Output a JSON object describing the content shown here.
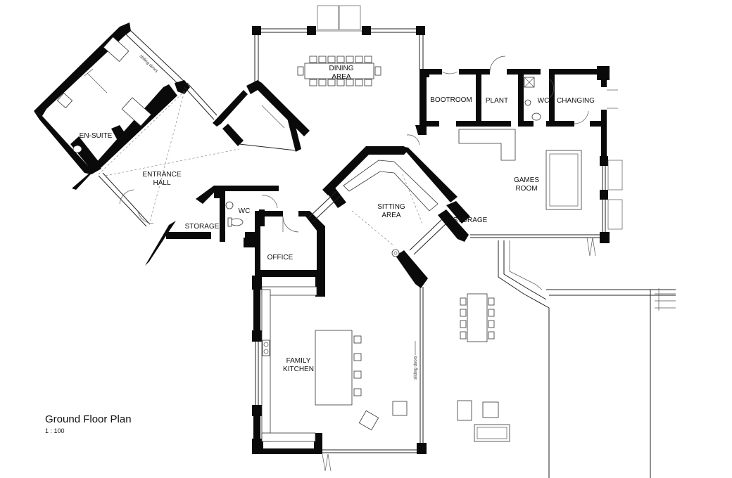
{
  "title": "Ground Floor Plan",
  "scale": "1 : 100",
  "rooms": {
    "dining": [
      "DINING",
      "AREA"
    ],
    "bootroom": "BOOTROOM",
    "plant": "PLANT",
    "wc_upper": "WC",
    "changing": "CHANGING",
    "ensuite": "EN-SUITE",
    "entrance": [
      "ENTRANCE",
      "HALL"
    ],
    "games": [
      "GAMES",
      "ROOM"
    ],
    "sitting": [
      "SITTING",
      "AREA"
    ],
    "storage_left": "STORAGE",
    "wc_lower": "WC",
    "storage_right": "STORAGE",
    "office": "OFFICE",
    "kitchen": [
      "FAMILY",
      "KITCHEN"
    ]
  },
  "notes": {
    "sliding_doors_upper": "sliding doors",
    "sliding_doors_kitchen": "sliding doors"
  }
}
